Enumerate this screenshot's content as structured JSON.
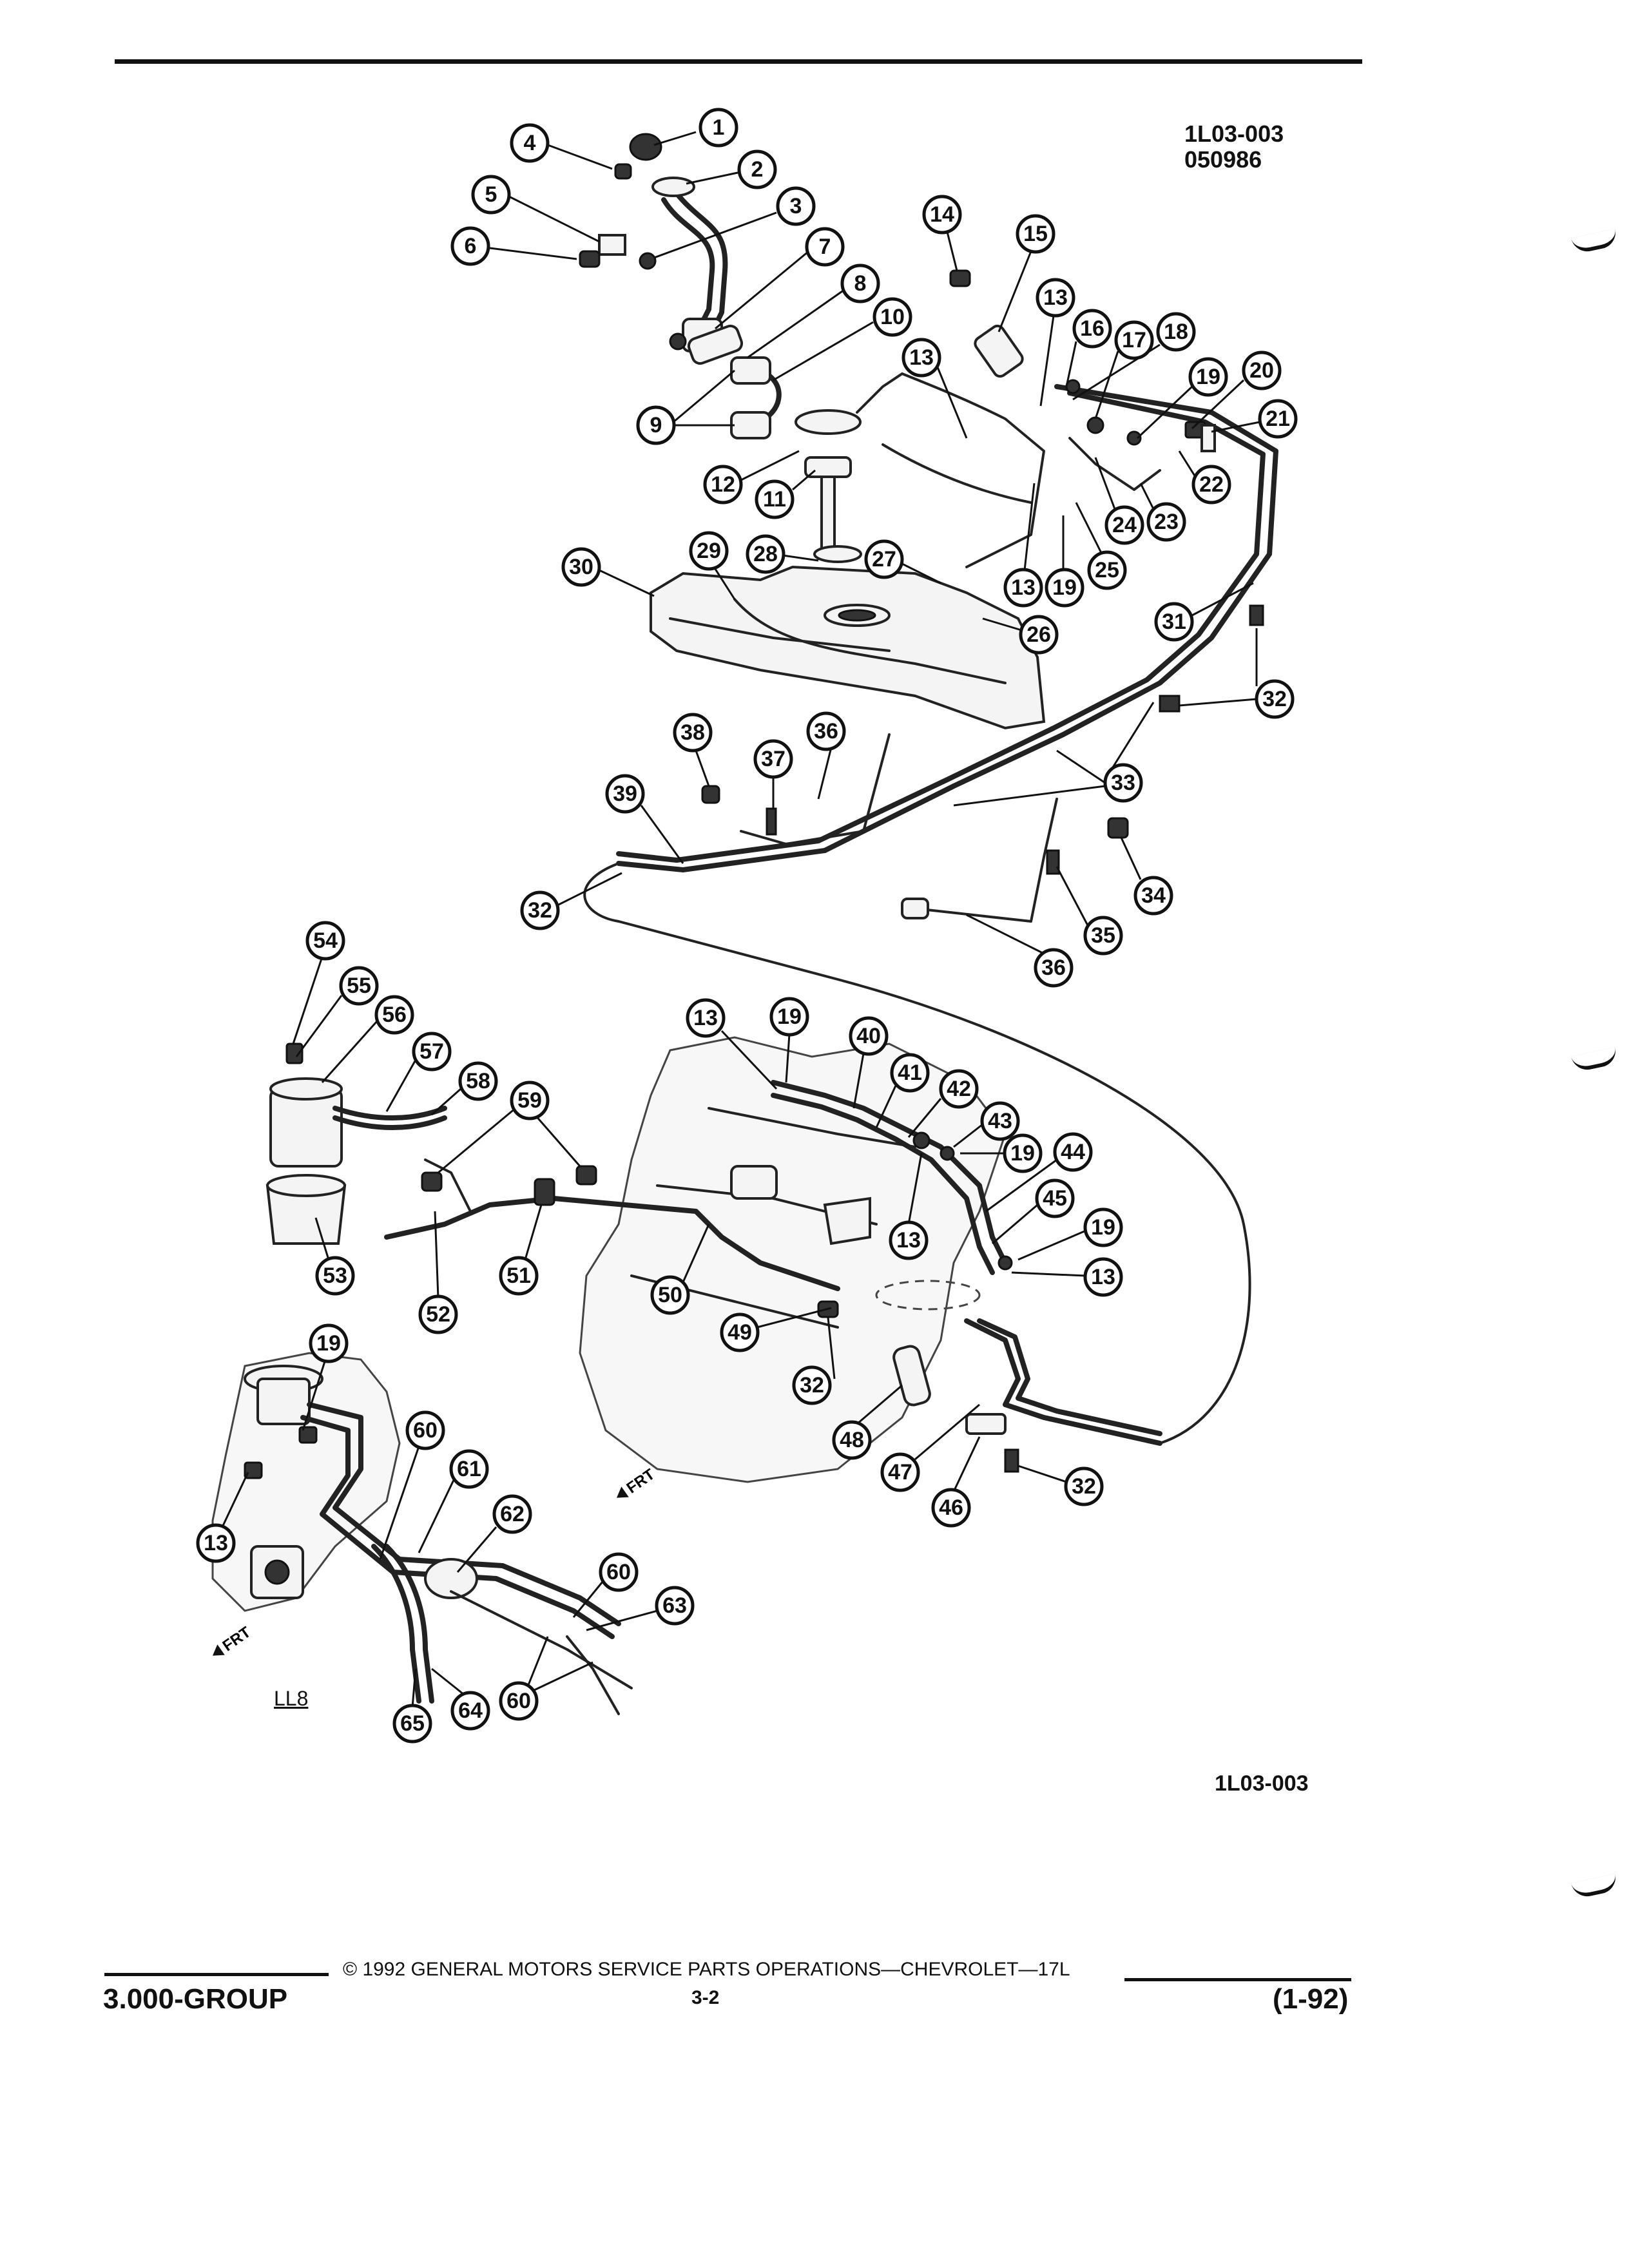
{
  "header": {
    "figure_code": "1L03-003",
    "figure_number": "050986"
  },
  "diagram": {
    "bottom_code": "1L03-003",
    "variant_label": "LL8",
    "front_indicator": "FRT",
    "callouts": [
      "1",
      "2",
      "3",
      "4",
      "5",
      "6",
      "7",
      "8",
      "9",
      "10",
      "11",
      "12",
      "13",
      "14",
      "15",
      "16",
      "17",
      "18",
      "19",
      "20",
      "21",
      "22",
      "23",
      "24",
      "25",
      "26",
      "27",
      "28",
      "29",
      "30",
      "31",
      "32",
      "33",
      "34",
      "35",
      "36",
      "37",
      "38",
      "39",
      "40",
      "41",
      "42",
      "43",
      "44",
      "45",
      "46",
      "47",
      "48",
      "49",
      "50",
      "51",
      "52",
      "53",
      "54",
      "55",
      "56",
      "57",
      "58",
      "59",
      "60",
      "61",
      "62",
      "63",
      "64",
      "65"
    ]
  },
  "footer": {
    "copyright": "© 1992 GENERAL MOTORS SERVICE PARTS OPERATIONS—CHEVROLET—17L",
    "group": "3.000-GROUP",
    "page": "3-2",
    "date_code": "(1-92)"
  }
}
